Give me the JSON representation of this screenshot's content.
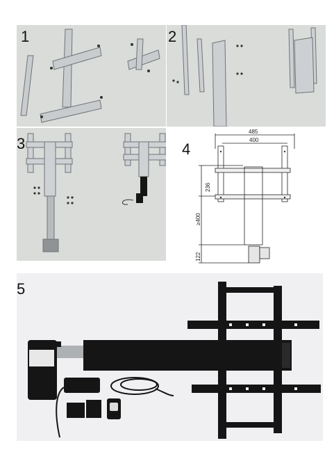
{
  "steps": {
    "s1": "1",
    "s2": "2",
    "s3": "3",
    "s4": "4",
    "s5": "5"
  },
  "drawing": {
    "width_outer": "485",
    "width_inner": "400",
    "height_upper": "236",
    "height_travel": "≥400",
    "height_base": "122"
  },
  "colors": {
    "render_bg": "#d9dcd9",
    "photo_bg": "#f0eff2",
    "metal": "#b9bcbf",
    "black_part": "#151515"
  }
}
